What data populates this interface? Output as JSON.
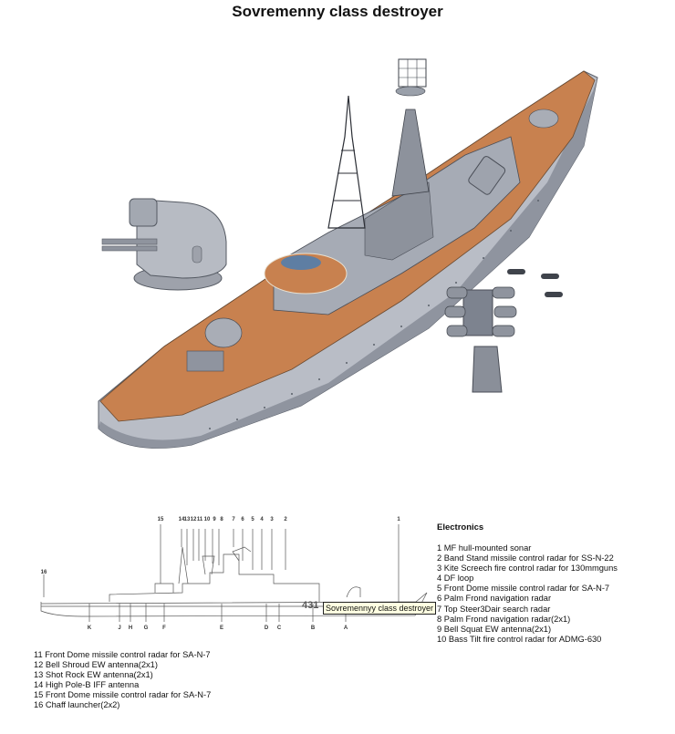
{
  "title": "Sovremenny class destroyer",
  "illustration": {
    "description": "Cutaway artwork of a Sovremenny class destroyer with inset 130mm gun turret and chaff launcher",
    "colors": {
      "deck": "#c8814f",
      "hull": "#b9bdc6",
      "hull_dark": "#7d838f",
      "turret": "#a9adb6",
      "launcher": "#8a8f99",
      "outline": "#4a4e57"
    }
  },
  "profile": {
    "hull_number": "431",
    "tooltip": "Sovremennyy class destroyer",
    "top_labels": [
      "15",
      "14",
      "13",
      "12",
      "11",
      "10",
      "9",
      "8",
      "7",
      "6",
      "5",
      "4",
      "3",
      "2",
      "1"
    ],
    "side_label": "16",
    "bottom_labels": [
      "K",
      "J",
      "H",
      "G",
      "F",
      "E",
      "D",
      "C",
      "B",
      "A"
    ]
  },
  "electronics": {
    "heading": "Electronics",
    "items": [
      "1 MF hull-mounted sonar",
      "2 Band Stand missile control radar for SS-N-22",
      "3 Kite Screech fire control radar for 130mmguns",
      "4 DF loop",
      "5 Front Dome missile control radar for SA-N-7",
      "6 Palm Frond navigation radar",
      "7 Top Steer3Dair search radar",
      "8 Palm Frond navigation radar(2x1)",
      "9 Bell Squat EW antenna(2x1)",
      "10 Bass Tilt fire control radar for ADMG-630"
    ],
    "items_continued": [
      "11 Front Dome missile control radar for SA-N-7",
      "12 Bell Shroud EW antenna(2x1)",
      "13 Shot Rock EW antenna(2x1)",
      "14 High Pole-B IFF antenna",
      "15 Front Dome missile control radar for SA-N-7",
      "16 Chaff launcher(2x2)"
    ]
  }
}
